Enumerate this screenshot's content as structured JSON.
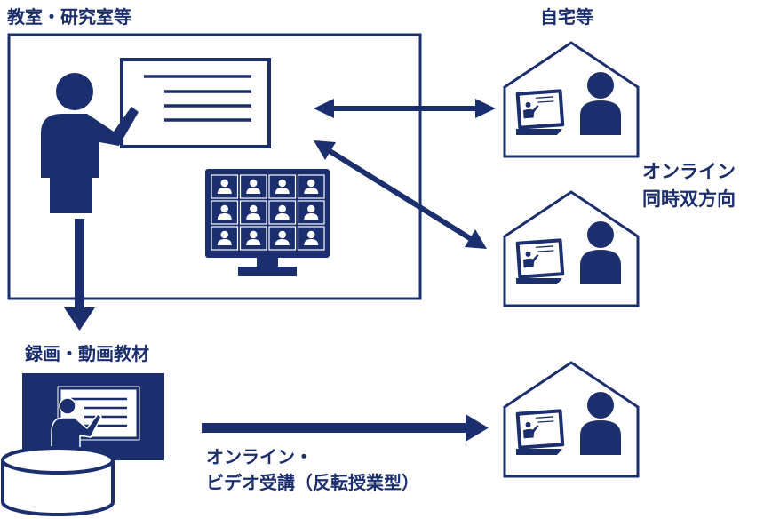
{
  "labels": {
    "classroom": "教室・研究室等",
    "home": "自宅等",
    "online_sync_line1": "オンライン",
    "online_sync_line2": "同時双方向",
    "recorded_materials": "録画・動画教材",
    "on_demand_line1": "オンライン・",
    "on_demand_line2": "ビデオ受講（反転授業型）"
  },
  "colors": {
    "navy": "#1b2f6e",
    "background": "#ffffff"
  },
  "icons": [
    "teacher-icon",
    "whiteboard-icon",
    "video-conference-monitor-icon",
    "house-icon",
    "student-at-laptop-icon",
    "database-icon"
  ]
}
